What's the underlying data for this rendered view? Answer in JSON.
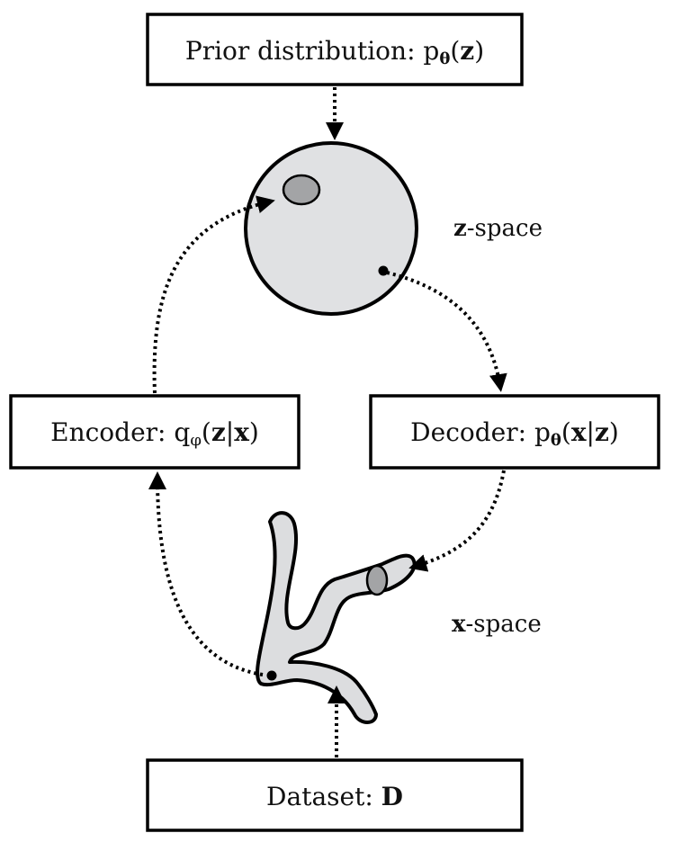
{
  "boxes": {
    "prior": {
      "prefix": "Prior distribution: p",
      "sub": "θ",
      "open": "(",
      "var": "z",
      "close": ")"
    },
    "encoder": {
      "prefix": "Encoder: q",
      "sub": "φ",
      "open": "(",
      "var1": "z",
      "bar": "|",
      "var2": "x",
      "close": ")"
    },
    "decoder": {
      "prefix": "Decoder: p",
      "sub": "θ",
      "open": "(",
      "var1": "x",
      "bar": "|",
      "var2": "z",
      "close": ")"
    },
    "dataset": {
      "prefix": "Dataset: ",
      "var": "D"
    }
  },
  "spaces": {
    "z_space": {
      "var": "z",
      "suffix": "-space"
    },
    "x_space": {
      "var": "x",
      "suffix": "-space"
    }
  },
  "colors": {
    "latent_fill": "#e0e1e3",
    "region_fill": "#a3a4a6",
    "manifold_fill": "#dcdddf",
    "stroke": "#000000"
  }
}
